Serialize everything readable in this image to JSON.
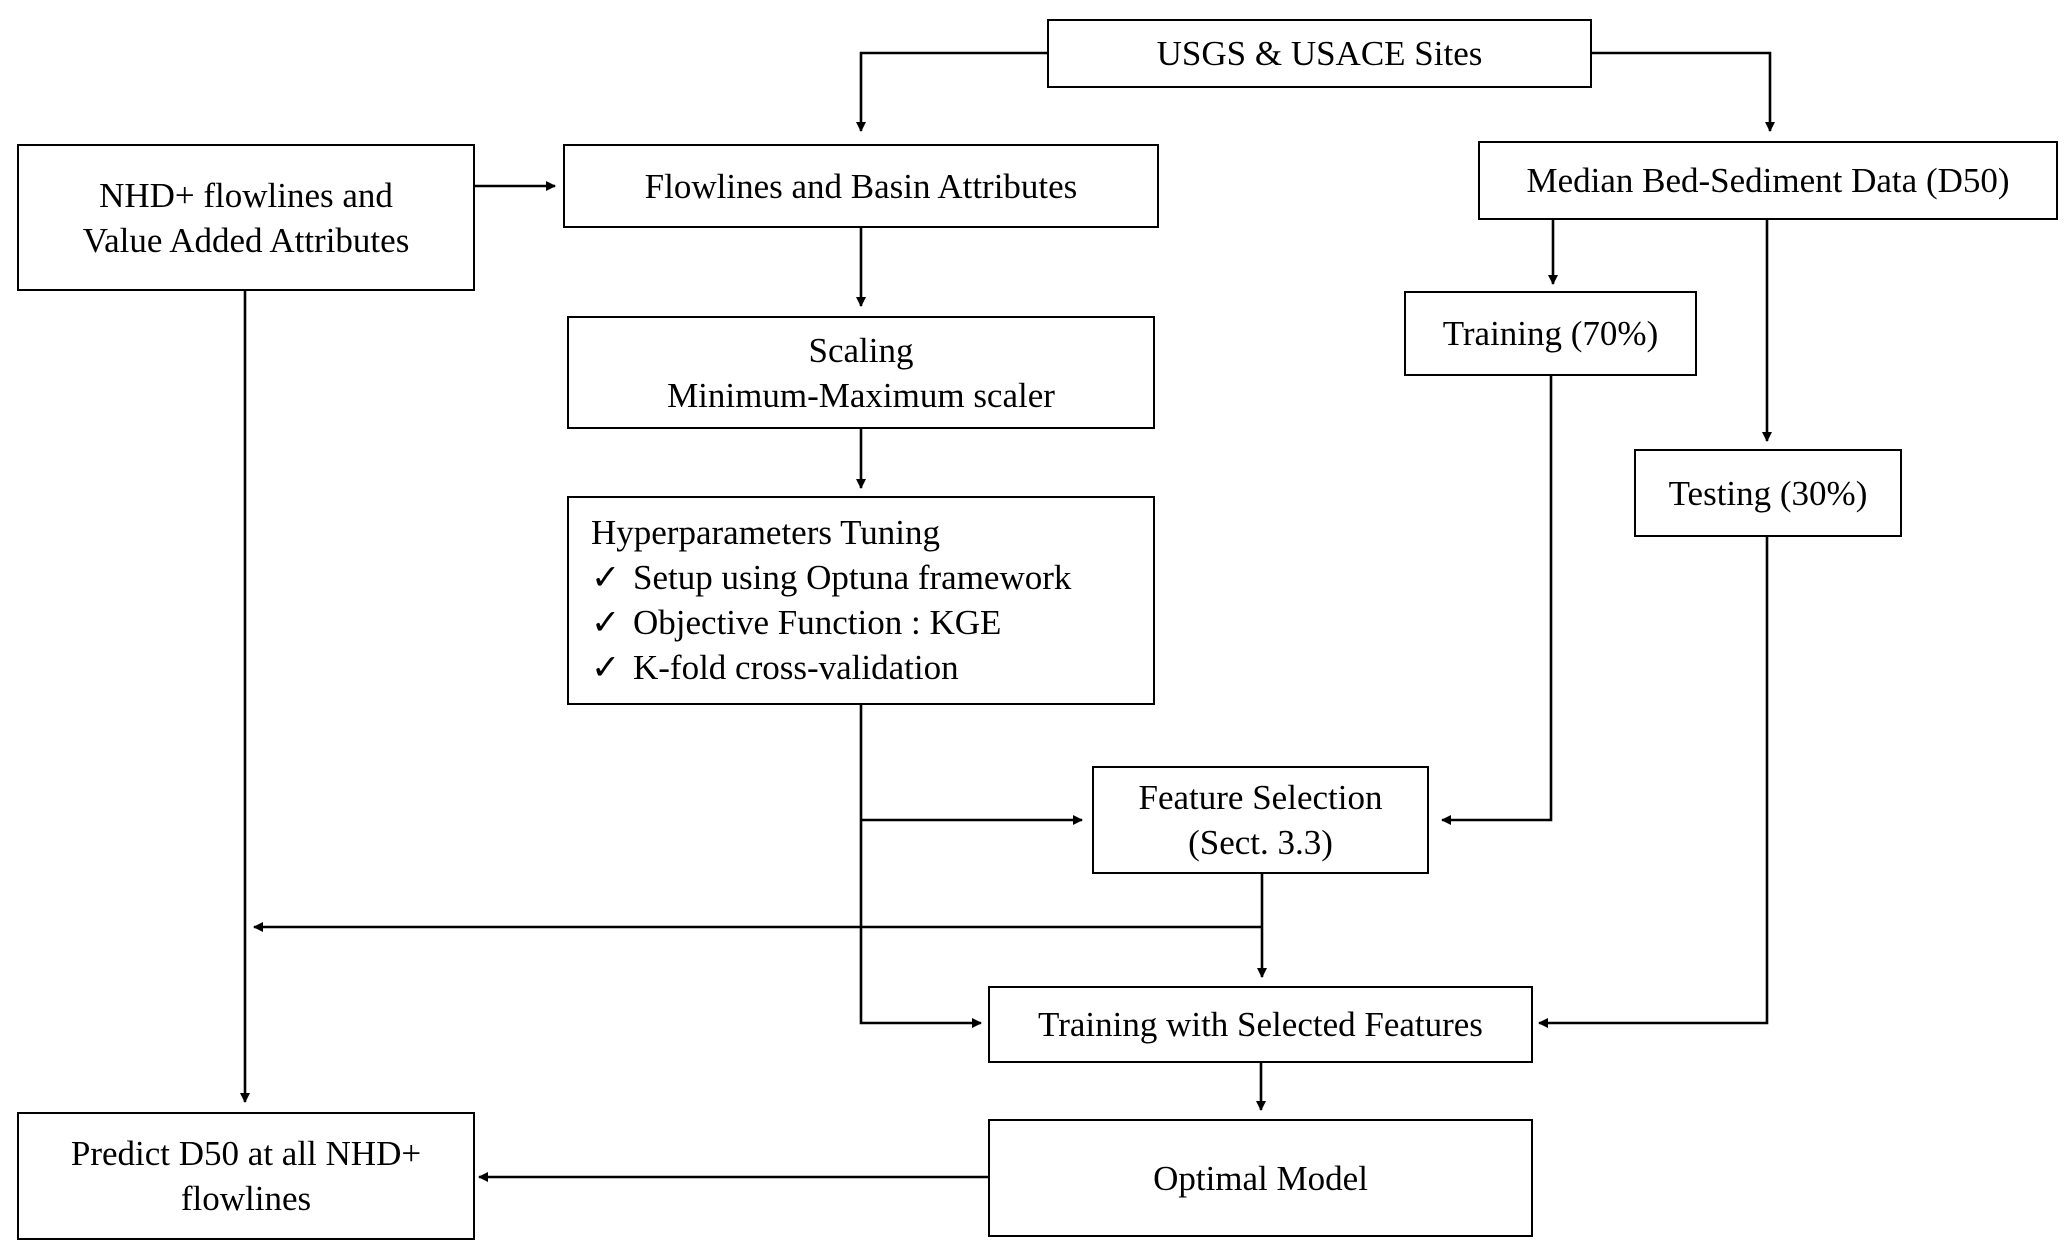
{
  "nodes": {
    "sites": {
      "label": "USGS & USACE Sites"
    },
    "nhd": {
      "lines": [
        "NHD+ flowlines and",
        "Value Added Attributes"
      ]
    },
    "flowlines": {
      "label": "Flowlines and Basin Attributes"
    },
    "median": {
      "label": "Median Bed-Sediment Data (D50)"
    },
    "scaling": {
      "lines": [
        "Scaling",
        "Minimum-Maximum scaler"
      ]
    },
    "training_split": {
      "label": "Training (70%)"
    },
    "testing_split": {
      "label": "Testing (30%)"
    },
    "hyper": {
      "title": "Hyperparameters Tuning",
      "check_mark": "✓",
      "items": [
        "Setup using Optuna framework",
        "Objective Function : KGE",
        "K-fold cross-validation"
      ]
    },
    "feature": {
      "lines": [
        "Feature Selection",
        "(Sect. 3.3)"
      ]
    },
    "training_selected": {
      "label": "Training with Selected Features"
    },
    "optimal": {
      "label": "Optimal Model"
    },
    "predict": {
      "lines": [
        "Predict D50 at all NHD+",
        "flowlines"
      ]
    }
  },
  "style": {
    "stroke": "#000000",
    "fill": "#ffffff"
  }
}
